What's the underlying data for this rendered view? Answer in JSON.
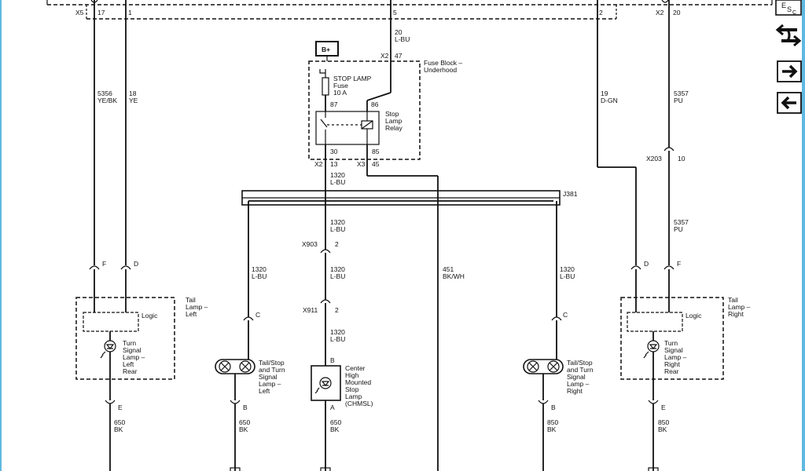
{
  "diagram": {
    "bplus": "B+",
    "top_connectors": {
      "x5": "X5",
      "x5_pin1": "17",
      "x5_pin2": "1",
      "pin5": "5",
      "pin2": "2",
      "x2": "X2",
      "x2_pin": "20"
    },
    "wires": {
      "left_outer_num": "5356",
      "left_outer_color": "YE/BK",
      "left_inner_num": "18",
      "left_inner_color": "YE",
      "center_top_num": "20",
      "center_top_color": "L-BU",
      "right_inner_num": "19",
      "right_inner_color": "D-GN",
      "right_outer_num": "5357",
      "right_outer_color": "PU",
      "right_outer_num2": "5357",
      "right_outer_color2": "PU",
      "out_num1": "1320",
      "out_color1": "L-BU",
      "out_num2": "1320",
      "out_color2": "L-BU",
      "out_num3": "1320",
      "out_color3": "L-BU",
      "out_num4": "1320",
      "out_color4": "L-BU",
      "left_branch_num": "1320",
      "left_branch_color": "L-BU",
      "right_branch_num": "1320",
      "right_branch_color": "L-BU",
      "bkwh_num": "451",
      "bkwh_color": "BK/WH",
      "gnd1_num": "650",
      "gnd1_color": "BK",
      "gnd2_num": "650",
      "gnd2_color": "BK",
      "gnd3_num": "650",
      "gnd3_color": "BK",
      "gnd4_num": "850",
      "gnd4_color": "BK",
      "gnd5_num": "850",
      "gnd5_color": "BK"
    },
    "fuse_block": {
      "x2": "X2",
      "pin47": "47",
      "label1": "Fuse Block –",
      "label2": "Underhood",
      "fuse1": "STOP LAMP",
      "fuse2": "Fuse",
      "fuse3": "10 A",
      "pin87": "87",
      "pin86": "86",
      "pin30": "30",
      "pin85": "85",
      "relay1": "Stop",
      "relay2": "Lamp",
      "relay3": "Relay",
      "x2b": "X2",
      "pin13": "13",
      "x3": "X3",
      "pin45": "45"
    },
    "splice": "J381",
    "connectors": {
      "x903": "X903",
      "x903_pin": "2",
      "x911": "X911",
      "x911_pin": "2",
      "x203": "X203",
      "x203_pin": "10",
      "f_left": "F",
      "d_left": "D",
      "d_right": "D",
      "f_right": "F",
      "c_left": "C",
      "c_right": "C",
      "e_left": "E",
      "e_right": "E",
      "b_left": "B",
      "b_chmsl": "B",
      "a_chmsl": "A",
      "b_right": "B"
    },
    "tail_left": {
      "title1": "Tail",
      "title2": "Lamp –",
      "title3": "Left",
      "logic": "Logic",
      "l1": "Turn",
      "l2": "Signal",
      "l3": "Lamp –",
      "l4": "Left",
      "l5": "Rear"
    },
    "tail_right": {
      "title1": "Tail",
      "title2": "Lamp –",
      "title3": "Right",
      "logic": "Logic",
      "l1": "Turn",
      "l2": "Signal",
      "l3": "Lamp –",
      "l4": "Right",
      "l5": "Rear"
    },
    "lamp_left": {
      "l1": "Tail/Stop",
      "l2": "and Turn",
      "l3": "Signal",
      "l4": "Lamp –",
      "l5": "Left"
    },
    "lamp_right": {
      "l1": "Tail/Stop",
      "l2": "and Turn",
      "l3": "Signal",
      "l4": "Lamp –",
      "l5": "Right"
    },
    "chmsl": {
      "l1": "Center",
      "l2": "High",
      "l3": "Mounted",
      "l4": "Stop",
      "l5": "Lamp",
      "l6": "(CHMSL)"
    }
  },
  "sidebar": {
    "esc_letters": [
      "E",
      "S",
      "C"
    ],
    "esc_icon": "esc-icon",
    "swap_icon": "swap-arrows-icon",
    "next_icon": "arrow-right-icon",
    "prev_icon": "arrow-left-icon"
  }
}
